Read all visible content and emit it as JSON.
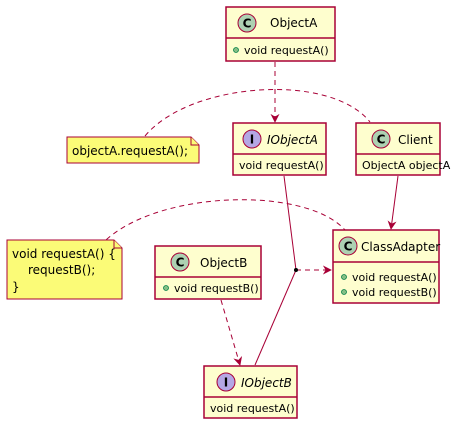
{
  "colors": {
    "class_fill": "#FEFECE",
    "class_border": "#A80036",
    "class_badge": "#ADD1B2",
    "interface_badge": "#B4A7E5",
    "note_fill": "#FBFB77",
    "note_border": "#A80036",
    "arrow": "#A80036",
    "public_marker": "#84BE84"
  },
  "classes": {
    "objectA": {
      "kind": "C",
      "name": "ObjectA",
      "members": [
        "void requestA()"
      ]
    },
    "iObjectA": {
      "kind": "I",
      "name": "IObjectA",
      "members": [
        "void requestA()"
      ]
    },
    "client": {
      "kind": "C",
      "name": "Client",
      "members": [
        "ObjectA objectA"
      ]
    },
    "classAdapter": {
      "kind": "C",
      "name": "ClassAdapter",
      "members": [
        "void requestA()",
        "void requestB()"
      ]
    },
    "objectB": {
      "kind": "C",
      "name": "ObjectB",
      "members": [
        "void requestB()"
      ]
    },
    "iObjectB": {
      "kind": "I",
      "name": "IObjectB",
      "members": [
        "void requestA()"
      ]
    }
  },
  "notes": {
    "note1": {
      "lines": [
        "objectA.requestA();"
      ]
    },
    "note2": {
      "lines": [
        "void requestA() {",
        "requestB();",
        "}"
      ]
    }
  }
}
